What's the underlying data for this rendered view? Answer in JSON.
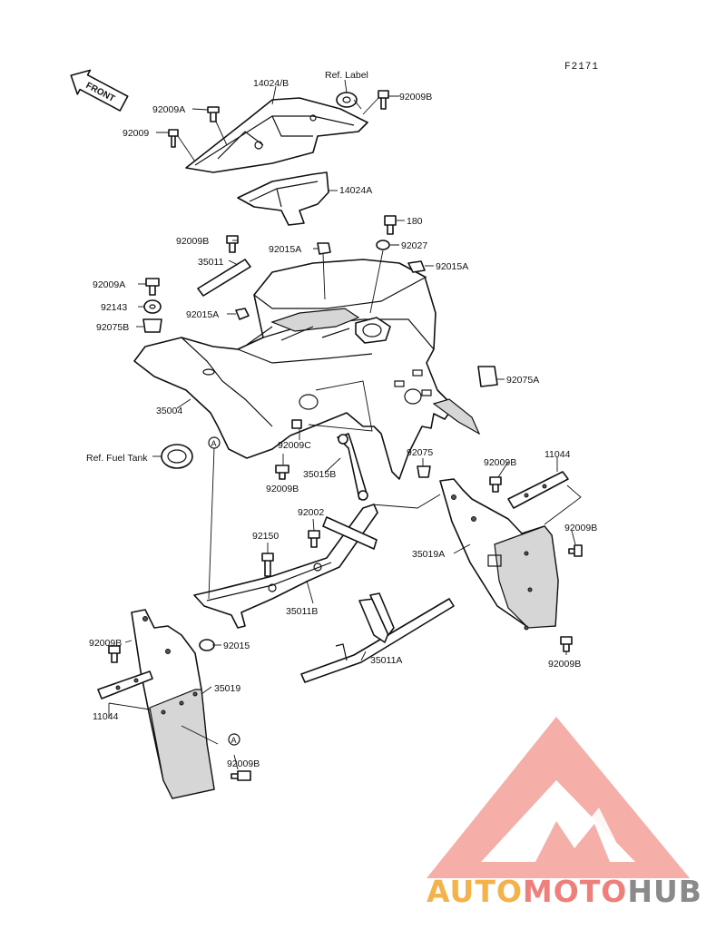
{
  "diagram": {
    "code": "F2171",
    "front_label": "FRONT",
    "ref_labels": {
      "ref_label": "Ref. Label",
      "ref_fuel_tank": "Ref. Fuel Tank"
    },
    "callout_letter": "A",
    "part_labels": {
      "p14024b": "14024/B",
      "p92009a_top": "92009A",
      "p92009_top": "92009",
      "p92009b_top": "92009B",
      "p14024a": "14024A",
      "p180": "180",
      "p92027": "92027",
      "p92015a_right": "92015A",
      "p92015a_mid": "92015A",
      "p92009b_left": "92009B",
      "p35011": "35011",
      "p92009a_left": "92009A",
      "p92143": "92143",
      "p92075b": "92075B",
      "p92015a_left": "92015A",
      "p92075a": "92075A",
      "p35004": "35004",
      "p92009c": "92009C",
      "p92075": "92075",
      "p92009b_rr1": "92009B",
      "p11044_right": "11044",
      "p35015b": "35015B",
      "p92009b_center": "92009B",
      "p92002": "92002",
      "p92150": "92150",
      "p35019a": "35019A",
      "p92009b_rr2": "92009B",
      "p35011b": "35011B",
      "p92009b_lower_left": "92009B",
      "p92015": "92015",
      "p35011a": "35011A",
      "p92009b_rr3": "92009B",
      "p35019": "35019",
      "p11044_left": "11044",
      "p92009b_bottom": "92009B"
    }
  },
  "watermark": {
    "parts": [
      "AUTO",
      "MOTO",
      "HUB"
    ],
    "colors": {
      "auto": "#f5b24a",
      "moto": "#ef7f7a",
      "hub": "#8a8a8a",
      "logo": "#f4a09a"
    }
  }
}
